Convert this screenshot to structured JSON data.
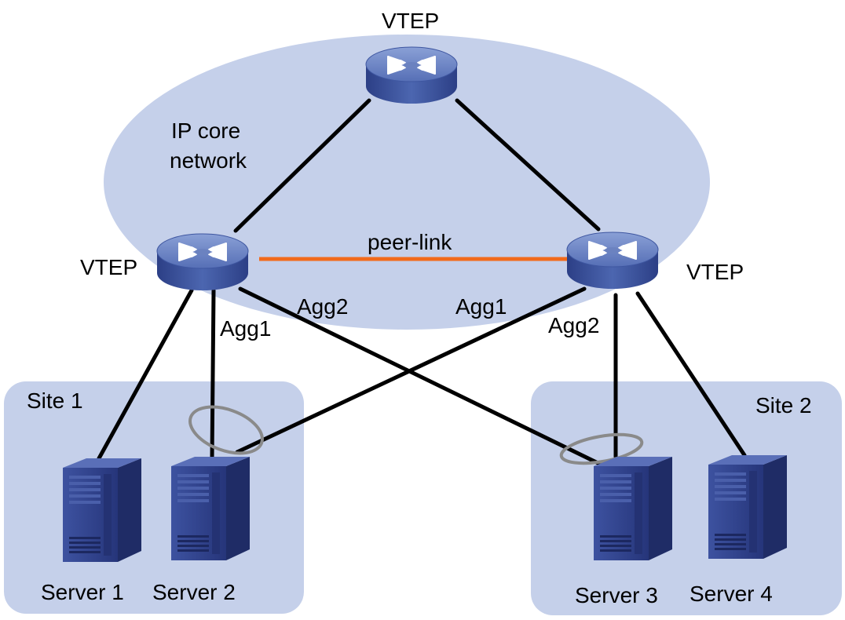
{
  "labels": {
    "vtep_top": "VTEP",
    "vtep_left": "VTEP",
    "vtep_right": "VTEP",
    "ip_core_line1": "IP core",
    "ip_core_line2": "network",
    "peer_link": "peer-link",
    "agg1_left": "Agg1",
    "agg2_left": "Agg2",
    "agg1_right": "Agg1",
    "agg2_right": "Agg2",
    "site1": "Site 1",
    "site2": "Site 2",
    "server1": "Server 1",
    "server2": "Server 2",
    "server3": "Server 3",
    "server4": "Server 4"
  },
  "icons": {
    "switch": "switch-icon",
    "server": "server-icon"
  },
  "colors": {
    "core_cloud": "#c5d0ea",
    "site_box": "#c5d0ea",
    "peer_link": "#f26a1b",
    "link": "#000000",
    "agg_ring": "#8a8a8a",
    "switch_top": "#6b82c0",
    "switch_side": "#3e56a0",
    "server_front": "#2e3f86",
    "server_side": "#1f2c66"
  }
}
